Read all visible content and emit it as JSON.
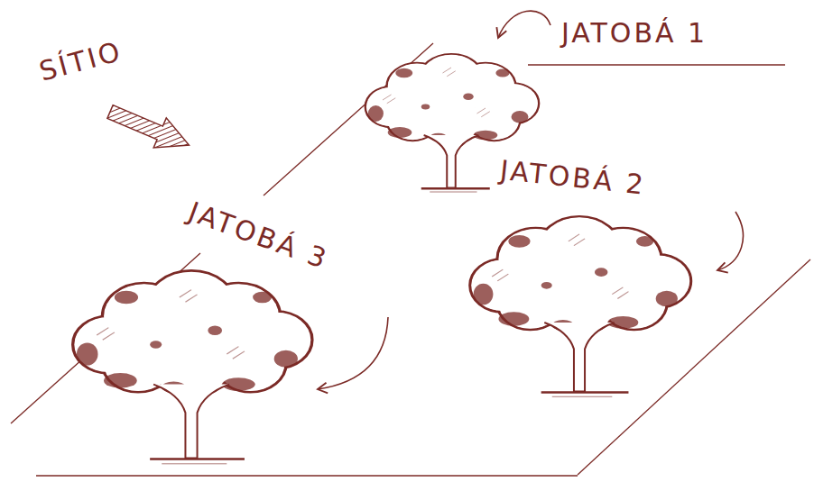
{
  "diagram": {
    "labels": [
      "SÍTIO",
      "JATOBÁ 1",
      "JATOBÁ 2",
      "JATOBÁ 3"
    ]
  }
}
